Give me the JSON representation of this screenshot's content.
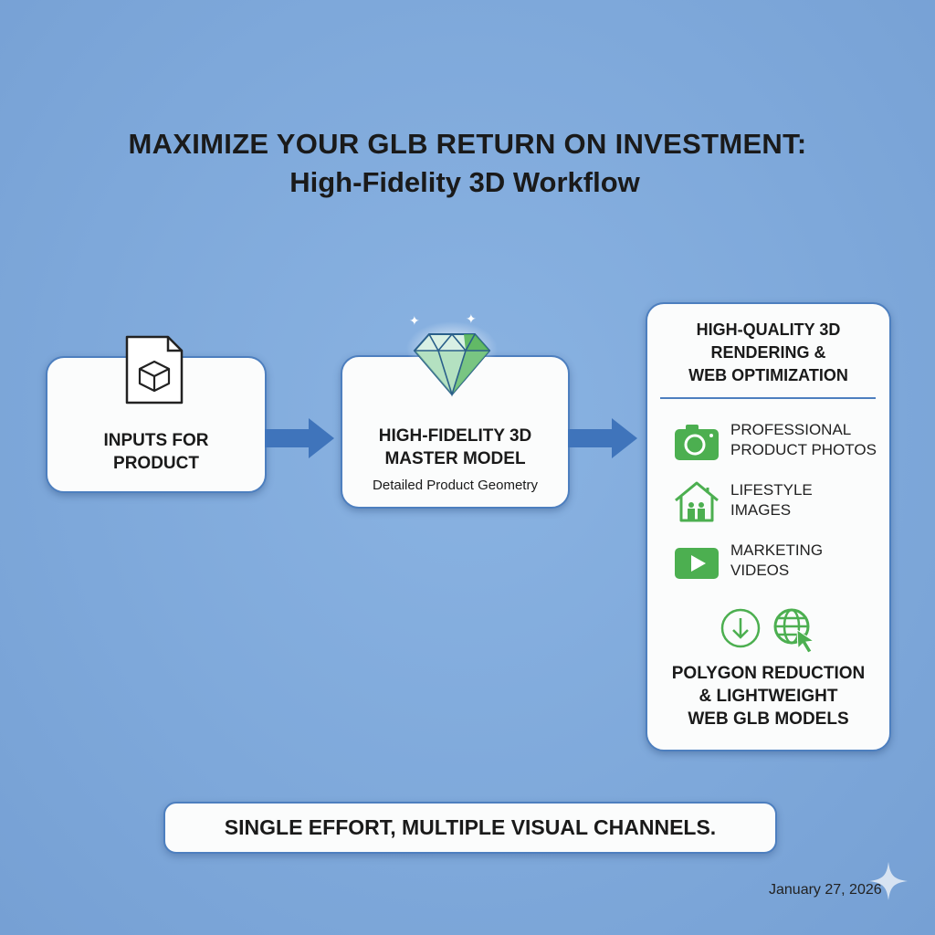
{
  "title": {
    "line1": "MAXIMIZE YOUR GLB RETURN ON INVESTMENT:",
    "line2": "High-Fidelity 3D Workflow"
  },
  "steps": [
    {
      "label_line1": "INPUTS FOR",
      "label_line2": "PRODUCT",
      "icon": "file-cube-icon"
    },
    {
      "label_line1": "HIGH-FIDELITY 3D",
      "label_line2": "MASTER MODEL",
      "subtitle": "Detailed Product Geometry",
      "icon": "diamond-icon"
    }
  ],
  "output_panel": {
    "heading": [
      "HIGH-QUALITY 3D",
      "RENDERING &",
      "WEB OPTIMIZATION"
    ],
    "items": [
      {
        "line1": "PROFESSIONAL",
        "line2": "PRODUCT PHOTOS",
        "icon": "camera-icon"
      },
      {
        "line1": "LIFESTYLE",
        "line2": "IMAGES",
        "icon": "house-family-icon"
      },
      {
        "line1": "MARKETING",
        "line2": "VIDEOS",
        "icon": "video-play-icon"
      }
    ],
    "footer": [
      "POLYGON REDUCTION",
      "& LIGHTWEIGHT",
      "WEB GLB MODELS"
    ]
  },
  "tagline": "SINGLE EFFORT, MULTIPLE VISUAL CHANNELS.",
  "date": "January 27, 2026",
  "colors": {
    "background": "#7ea8da",
    "accent_green": "#4caf50",
    "arrow_blue": "#3f74bb",
    "border": "#4d7fbf"
  }
}
